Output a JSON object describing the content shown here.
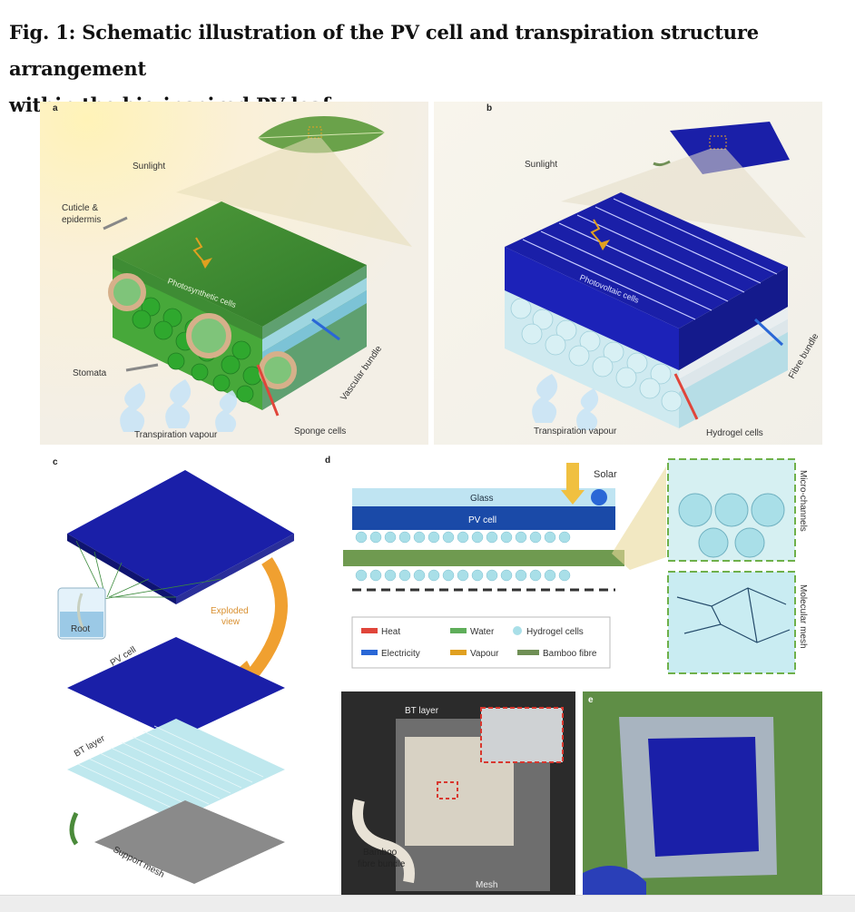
{
  "caption": {
    "line1": "Fig. 1: Schematic illustration of the PV cell and transpiration structure arrangement",
    "line2": "within the bio-inspired PV-leaf."
  },
  "panel_a": {
    "letter": "a",
    "sunlight": "Sunlight",
    "cuticle_line1": "Cuticle &",
    "cuticle_line2": "epidermis",
    "photosynthetic": "Photosynthetic cells",
    "stomata": "Stomata",
    "vascular": "Vascular bundle",
    "transpiration": "Transpiration vapour",
    "sponge": "Sponge cells"
  },
  "panel_b": {
    "letter": "b",
    "sunlight": "Sunlight",
    "photovoltaic": "Photovoltaic cells",
    "fibre": "Fibre bundle",
    "transpiration": "Transpiration vapour",
    "hydrogel": "Hydrogel cells"
  },
  "panel_c": {
    "letter": "c",
    "root": "Root",
    "exploded_line1": "Exploded",
    "exploded_line2": "view",
    "pv_cell": "PV cell",
    "bt_layer": "BT layer",
    "support_mesh": "Support mesh"
  },
  "panel_d": {
    "letter": "d",
    "solar": "Solar",
    "glass": "Glass",
    "pv_cell": "PV cell",
    "micro_channels": "Micro-channels",
    "molecular_mesh": "Molecular mesh",
    "legend": {
      "heat": "Heat",
      "water": "Water",
      "hydrogel": "Hydrogel cells",
      "electricity": "Electricity",
      "vapour": "Vapour",
      "bamboo": "Bamboo fibre"
    }
  },
  "panel_photo1": {
    "bt_layer": "BT layer",
    "bamboo_line1": "Bamboo",
    "bamboo_line2": "fibre bundle",
    "mesh": "Mesh"
  },
  "panel_e": {
    "letter": "e"
  },
  "colors": {
    "pv_blue": "#1a1fa8",
    "leaf_green": "#3c8f2f",
    "hydrogel": "#a9dfe8",
    "heat": "#e0453a",
    "water": "#5fae5a",
    "electricity": "#2a67d6",
    "vapour": "#e0a020",
    "bamboo": "#6f8f55"
  }
}
